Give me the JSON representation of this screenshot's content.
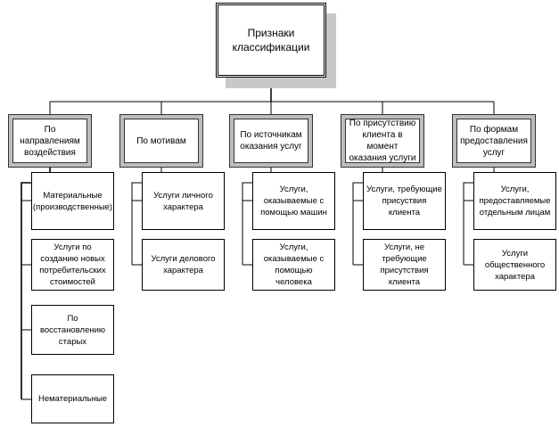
{
  "root": {
    "label": "Признаки классификации"
  },
  "categories": [
    {
      "label": "По направлениям воздействия",
      "children": [
        "Материальные (производственные)",
        "Услуги по созданию новых потребительских стоимостей",
        "По восстановлению старых",
        "Нематериальные"
      ]
    },
    {
      "label": "По мотивам",
      "children": [
        "Услуги личного характера",
        "Услуги делового характера"
      ]
    },
    {
      "label": "По источникам оказания услуг",
      "children": [
        "Услуги, оказываемые с помощью машин",
        "Услуги, оказываемые с помощью человека"
      ]
    },
    {
      "label": "По присутствию клиента в момент оказания услуги",
      "children": [
        "Услуги, требующие присуствия клиента",
        "Услуги, не требующие присутствия клиента"
      ]
    },
    {
      "label": "По формам предоставления услуг",
      "children": [
        "Услуги, предоставляемые отдельным лицам",
        "Услуги общественного характера"
      ]
    }
  ]
}
